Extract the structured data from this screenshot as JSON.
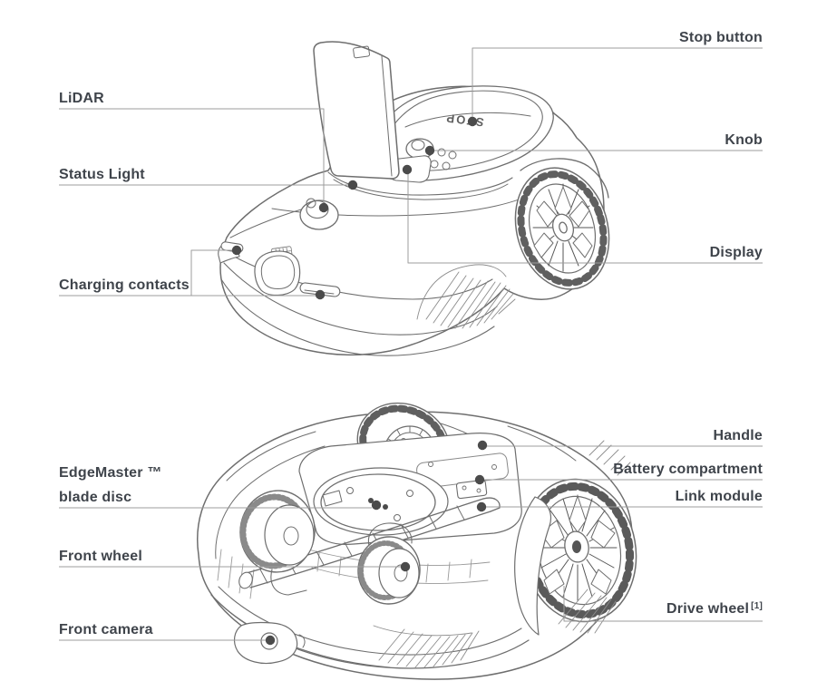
{
  "colors": {
    "background": "#ffffff",
    "label_text": "#3f444b",
    "leader_line": "#9c9c9c",
    "marker_dot": "#4b4b4b",
    "artwork_stroke": "#6e6e6e"
  },
  "top_view": {
    "engraving": {
      "stop": "STOP"
    },
    "labels": {
      "stop_button": "Stop button",
      "lidar": "LiDAR",
      "knob": "Knob",
      "status_light": "Status Light",
      "display": "Display",
      "charging_contacts": "Charging contacts"
    }
  },
  "bottom_view": {
    "labels": {
      "handle": "Handle",
      "edgemaster_line1": "EdgeMaster ™",
      "edgemaster_line2": "blade disc",
      "battery_compartment": "Battery compartment",
      "link_module": "Link module",
      "front_wheel": "Front wheel",
      "drive_wheel": "Drive wheel",
      "drive_wheel_footnote": "[1]",
      "front_camera": "Front camera"
    }
  }
}
